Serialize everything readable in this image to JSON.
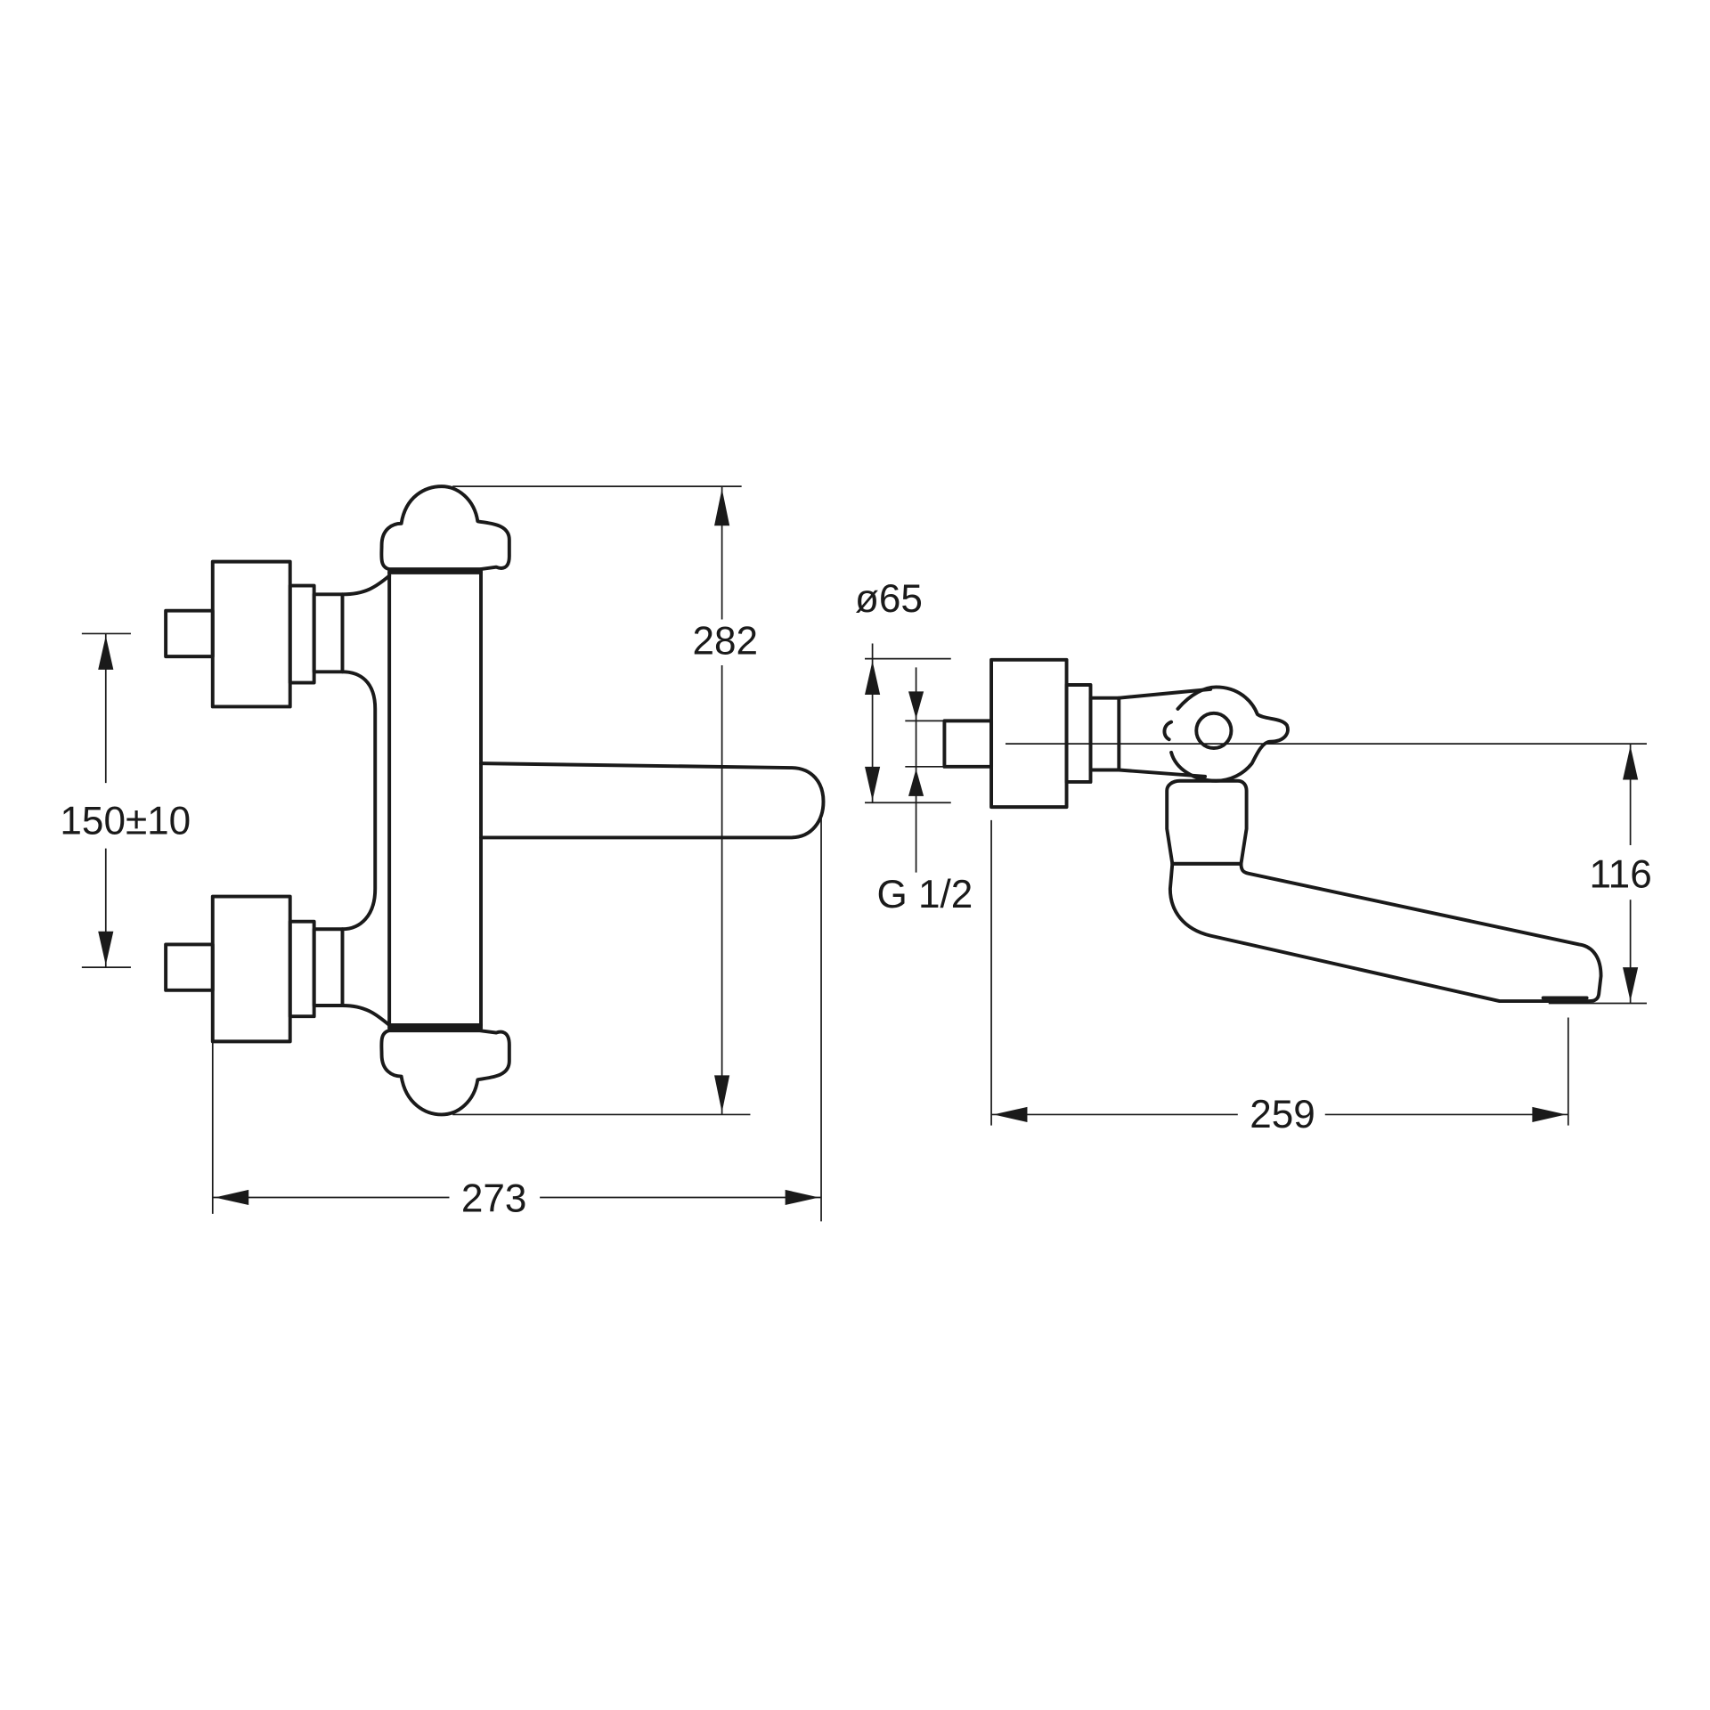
{
  "drawing": {
    "front_view": {
      "height_dim": "282",
      "inlet_spacing_dim": "150±10",
      "width_dim": "273"
    },
    "side_view": {
      "diameter_dim": "ø65",
      "thread_dim": "G 1/2",
      "spout_height_dim": "116",
      "projection_dim": "259"
    },
    "line_color": "#1a1a1a"
  }
}
